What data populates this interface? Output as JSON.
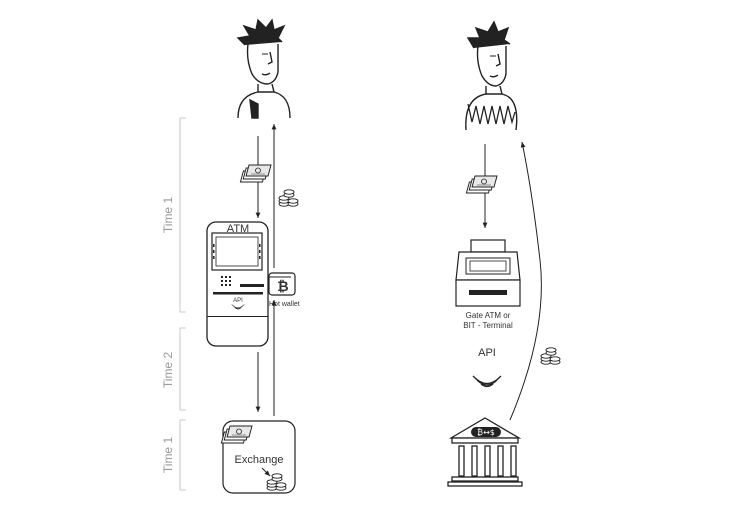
{
  "time_labels": {
    "top": "Time 1",
    "middle": "Time 2",
    "bottom": "Time 1"
  },
  "left_flow": {
    "atm_label": "ATM",
    "api_label": "API",
    "hot_wallet_label": "Hot wallet",
    "exchange_label": "Exchange",
    "bitcoin_symbol": "₿"
  },
  "right_flow": {
    "terminal_label_line1": "Gate ATM or",
    "terminal_label_line2": "BIT - Terminal",
    "api_label": "API",
    "bank_badge": "₿↔$"
  },
  "colors": {
    "stroke": "#222222",
    "bracket": "#bdbdbd",
    "time_text": "#9a9a9a"
  }
}
